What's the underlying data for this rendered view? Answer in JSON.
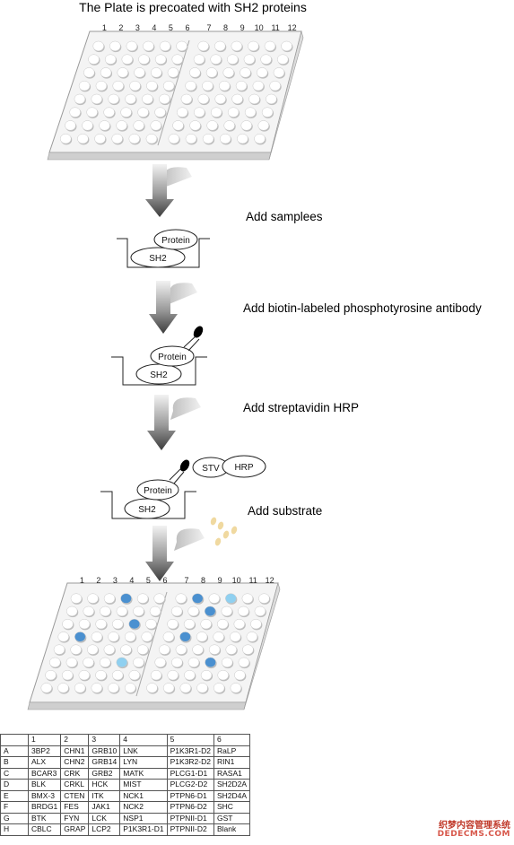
{
  "title": "The Plate is precoated with SH2 proteins",
  "plate_columns": [
    "1",
    "2",
    "3",
    "4",
    "5",
    "6",
    "7",
    "8",
    "9",
    "10",
    "11",
    "12"
  ],
  "steps": {
    "samples": "Add samplees",
    "antibody": "Add biotin-labeled phosphotyrosine antibody",
    "streptavidin": "Add streptavidin HRP",
    "substrate": "Add substrate"
  },
  "molecules": {
    "protein": "Protein",
    "sh2": "SH2",
    "stv": "STV",
    "hrp": "HRP"
  },
  "colors": {
    "well_fill": "#ffffff",
    "plate_shadow": "#cfcfcf",
    "arrow": "#505050",
    "signal_strong": "#4a90d0",
    "signal_weak": "#8fd0f0",
    "substrate_dot": "#f0d9a0"
  },
  "legend": {
    "header": [
      "",
      "1",
      "2",
      "3",
      "4",
      "5",
      "6"
    ],
    "rows": [
      [
        "A",
        "3BP2",
        "CHN1",
        "GRB10",
        "LNK",
        "P1K3R1-D2",
        "RaLP"
      ],
      [
        "B",
        "ALX",
        "CHN2",
        "GRB14",
        "LYN",
        "P1K3R2-D2",
        "RIN1"
      ],
      [
        "C",
        "BCAR3",
        "CRK",
        "GRB2",
        "MATK",
        "PLCG1-D1",
        "RASA1"
      ],
      [
        "D",
        "BLK",
        "CRKL",
        "HCK",
        "MIST",
        "PLCG2-D2",
        "SH2D2A"
      ],
      [
        "E",
        "BMX-3",
        "CTEN",
        "ITK",
        "NCK1",
        "PTPN6-D1",
        "SH2D4A"
      ],
      [
        "F",
        "BRDG1",
        "FES",
        "JAK1",
        "NCK2",
        "PTPN6-D2",
        "SHC"
      ],
      [
        "G",
        "BTK",
        "FYN",
        "LCK",
        "NSP1",
        "PTPNII-D1",
        "GST"
      ],
      [
        "H",
        "CBLC",
        "GRAP",
        "LCP2",
        "P1K3R1-D1",
        "PTPNII-D2",
        "Blank"
      ]
    ]
  },
  "watermark": {
    "line1": "织梦内容管理系统",
    "line2": "DEDECMS.COM"
  }
}
